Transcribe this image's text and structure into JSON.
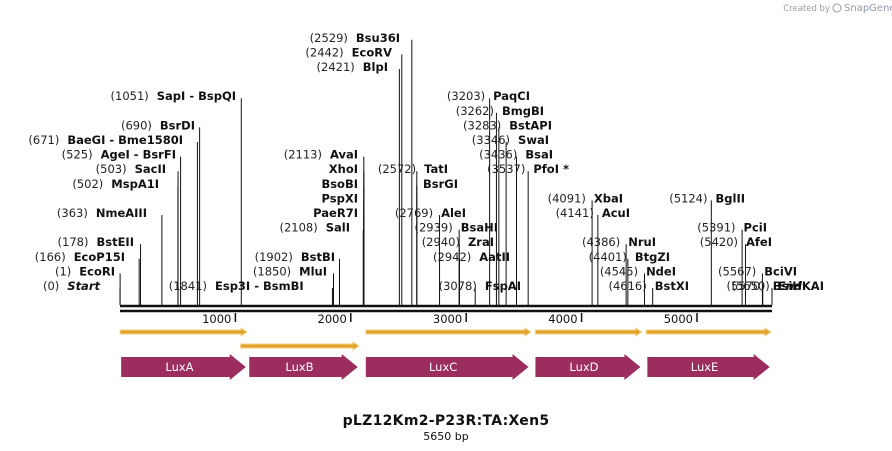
{
  "credit": {
    "prefix": "Created by",
    "brand": "SnapGene"
  },
  "plasmid": {
    "name": "pLZ12Km2-P23R:TA:Xen5",
    "length_label": "5650 bp",
    "length": 5650
  },
  "ruler_ticks": [
    {
      "pos": 1000,
      "label": "1000"
    },
    {
      "pos": 2000,
      "label": "2000"
    },
    {
      "pos": 3000,
      "label": "3000"
    },
    {
      "pos": 4000,
      "label": "4000"
    },
    {
      "pos": 5000,
      "label": "5000"
    }
  ],
  "orf_arrows": [
    {
      "start": 1,
      "end": 1100
    },
    {
      "start": 1045,
      "end": 2070
    },
    {
      "start": 2130,
      "end": 3560
    },
    {
      "start": 3600,
      "end": 4520
    },
    {
      "start": 4560,
      "end": 5640
    }
  ],
  "features": [
    {
      "name": "LuxA",
      "start": 10,
      "end": 1090,
      "color": "#9c2d5f"
    },
    {
      "name": "LuxB",
      "start": 1120,
      "end": 2060,
      "color": "#9c2d5f"
    },
    {
      "name": "LuxC",
      "start": 2130,
      "end": 3540,
      "color": "#9c2d5f"
    },
    {
      "name": "LuxD",
      "start": 3600,
      "end": 4510,
      "color": "#9c2d5f"
    },
    {
      "name": "LuxE",
      "start": 4570,
      "end": 5630,
      "color": "#9c2d5f"
    }
  ],
  "sites": [
    {
      "label": "Start",
      "coord": "(0)",
      "pos": 0,
      "italic": true
    },
    {
      "label": "EcoRI",
      "coord": "(1)",
      "pos": 1
    },
    {
      "label": "EcoP15I",
      "coord": "(166)",
      "pos": 166
    },
    {
      "label": "BstEII",
      "coord": "(178)",
      "pos": 178
    },
    {
      "label": "NmeAIII",
      "coord": "(363)",
      "pos": 363
    },
    {
      "label": "MspA1I",
      "coord": "(502)",
      "pos": 502
    },
    {
      "label": "SacII",
      "coord": "(503)",
      "pos": 503
    },
    {
      "label": "AgeI  - BsrFI",
      "coord": "(525)",
      "pos": 525
    },
    {
      "label": "BaeGI  - Bme1580I",
      "coord": "(671)",
      "pos": 671
    },
    {
      "label": "BsrDI",
      "coord": "(690)",
      "pos": 690
    },
    {
      "label": "SapI  - BspQI",
      "coord": "(1051)",
      "pos": 1051
    },
    {
      "label": "Esp3I  - BsmBI",
      "coord": "(1841)",
      "pos": 1841,
      "coord_first": true
    },
    {
      "label": "MluI",
      "coord": "(1850)",
      "pos": 1850
    },
    {
      "label": "BstBI",
      "coord": "(1902)",
      "pos": 1902
    },
    {
      "label": "SalI",
      "coord": "(2108)",
      "pos": 2108
    },
    {
      "label": "PaeR7I",
      "coord": "",
      "pos": 2113
    },
    {
      "label": "PspXI",
      "coord": "",
      "pos": 2113
    },
    {
      "label": "BsoBI",
      "coord": "",
      "pos": 2113
    },
    {
      "label": "XhoI",
      "coord": "",
      "pos": 2113
    },
    {
      "label": "AvaI",
      "coord": "(2113)",
      "pos": 2113
    },
    {
      "label": "BlpI",
      "coord": "(2421)",
      "pos": 2421
    },
    {
      "label": "EcoRV",
      "coord": "(2442)",
      "pos": 2442
    },
    {
      "label": "Bsu36I",
      "coord": "(2529)",
      "pos": 2529
    },
    {
      "label": "BsrGI",
      "coord": "",
      "pos": 2572
    },
    {
      "label": "TatI",
      "coord": "(2572)",
      "pos": 2572
    },
    {
      "label": "AleI",
      "coord": "(2769)",
      "pos": 2769
    },
    {
      "label": "BsaHI",
      "coord": "(2939)",
      "pos": 2939
    },
    {
      "label": "ZraI",
      "coord": "(2940)",
      "pos": 2940
    },
    {
      "label": "AatII",
      "coord": "(2942)",
      "pos": 2942
    },
    {
      "label": "FspAI",
      "coord": "(3078)",
      "pos": 3078
    },
    {
      "label": "PaqCI",
      "coord": "(3203)",
      "pos": 3203
    },
    {
      "label": "BmgBI",
      "coord": "(3262)",
      "pos": 3262
    },
    {
      "label": "BstAPI",
      "coord": "(3283)",
      "pos": 3283
    },
    {
      "label": "SwaI",
      "coord": "(3346)",
      "pos": 3346
    },
    {
      "label": "BsaI",
      "coord": "(3436)",
      "pos": 3436
    },
    {
      "label": "PfoI *",
      "coord": "(3537)",
      "pos": 3537
    },
    {
      "label": "XbaI",
      "coord": "(4091)",
      "pos": 4091
    },
    {
      "label": "AcuI",
      "coord": "(4141)",
      "pos": 4141
    },
    {
      "label": "NruI",
      "coord": "(4386)",
      "pos": 4386
    },
    {
      "label": "BtgZI",
      "coord": "(4401)",
      "pos": 4401
    },
    {
      "label": "NdeI",
      "coord": "(4545)",
      "pos": 4545
    },
    {
      "label": "BstXI",
      "coord": "(4616)",
      "pos": 4616
    },
    {
      "label": "BglII",
      "coord": "(5124)",
      "pos": 5124
    },
    {
      "label": "PciI",
      "coord": "(5391)",
      "pos": 5391
    },
    {
      "label": "AfeI",
      "coord": "(5420)",
      "pos": 5420
    },
    {
      "label": "BciVI",
      "coord": "(5567)",
      "pos": 5567
    },
    {
      "label": "BsiHKAI",
      "coord": "(5570)",
      "pos": 5570
    },
    {
      "label": "End",
      "coord": "(5650)",
      "pos": 5650,
      "italic": true
    }
  ]
}
